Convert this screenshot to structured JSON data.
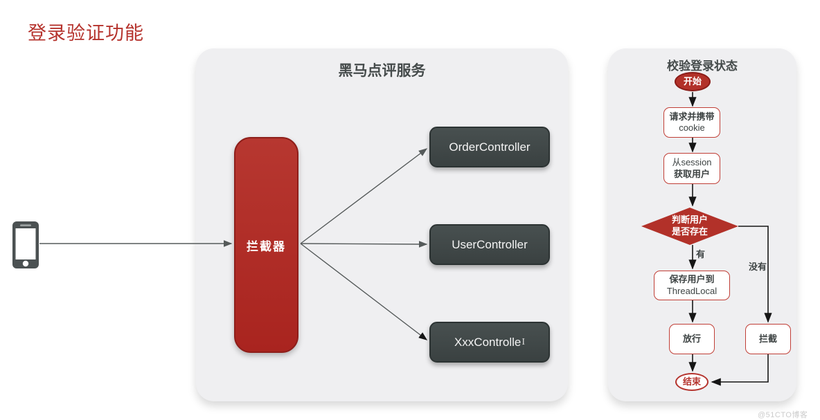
{
  "page": {
    "title": "登录验证功能",
    "watermark": "@51CTO博客"
  },
  "colors": {
    "accent_red": "#b23129",
    "panel_gray": "#efeff1",
    "node_dark": "#3e4545",
    "flow_border_red": "#c03e36"
  },
  "client": {
    "icon": "smartphone-icon"
  },
  "service_panel": {
    "title": "黑马点评服务",
    "interceptor_label": "拦截器",
    "controllers": [
      {
        "label": "OrderController"
      },
      {
        "label": "UserController"
      },
      {
        "label": "XxxControlle",
        "cursor": "I"
      }
    ]
  },
  "flow_panel": {
    "title": "校验登录状态",
    "start_label": "开始",
    "end_label": "结束",
    "steps": {
      "request": {
        "line1": "请求并携带",
        "line2": "cookie"
      },
      "session": {
        "line1": "从session",
        "line2": "获取用户"
      },
      "decision": {
        "line1": "判断用户",
        "line2": "是否存在"
      },
      "save": {
        "line1": "保存用户到",
        "line2": "ThreadLocal"
      },
      "pass_label": "放行",
      "intercept_label": "拦截"
    },
    "edge_labels": {
      "yes": "有",
      "no": "没有"
    }
  }
}
